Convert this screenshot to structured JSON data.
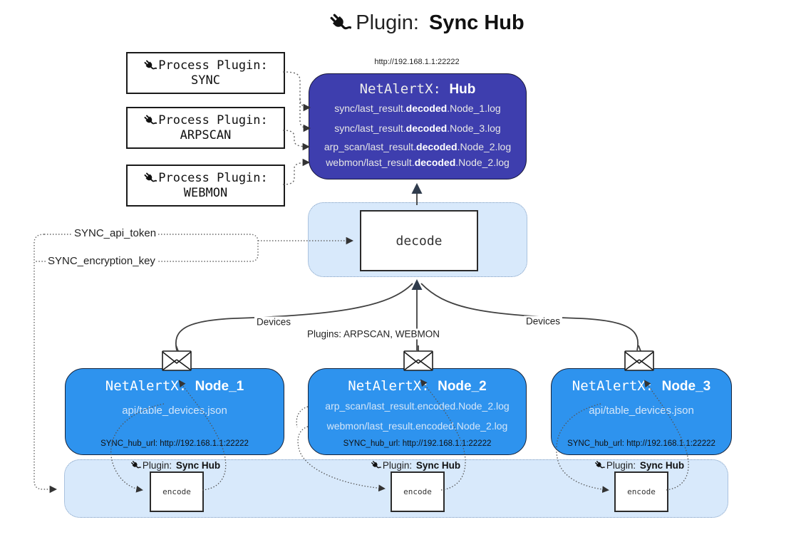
{
  "page": {
    "title_prefix": "Plugin: ",
    "title_bold": "Sync Hub"
  },
  "process_plugins": [
    {
      "label": "Process Plugin:",
      "name": "SYNC"
    },
    {
      "label": "Process Plugin:",
      "name": "ARPSCAN"
    },
    {
      "label": "Process Plugin:",
      "name": "WEBMON"
    }
  ],
  "hub": {
    "url": "http://192.168.1.1:22222",
    "title_prefix": "NetAlertX: ",
    "title_bold": "Hub",
    "lines": [
      {
        "pre": "sync/last_result.",
        "bold": "decoded",
        "post": ".Node_1.log"
      },
      {
        "pre": "sync/last_result.",
        "bold": "decoded",
        "post": ".Node_3.log"
      },
      {
        "pre": "arp_scan/last_result.",
        "bold": "decoded",
        "post": ".Node_2.log"
      },
      {
        "pre": "webmon/last_result.",
        "bold": "decoded",
        "post": ".Node_2.log"
      }
    ]
  },
  "decode_label": "decode",
  "tokens": {
    "api_token": "SYNC_api_token",
    "encryption_key": "SYNC_encryption_key"
  },
  "edge_labels": {
    "devices_left": "Devices",
    "plugins_center": "Plugins: ARPSCAN, WEBMON",
    "devices_right": "Devices"
  },
  "nodes": [
    {
      "title_prefix": "NetAlertX: ",
      "title_bold": "Node_1",
      "files": [
        "api/table_devices.json"
      ],
      "hub_url": "SYNC_hub_url: http://192.168.1.1:22222"
    },
    {
      "title_prefix": "NetAlertX: ",
      "title_bold": "Node_2",
      "files": [
        "arp_scan/last_result.encoded.Node_2.log",
        "webmon/last_result.encoded.Node_2.log"
      ],
      "hub_url": "SYNC_hub_url: http://192.168.1.1:22222"
    },
    {
      "title_prefix": "NetAlertX: ",
      "title_bold": "Node_3",
      "files": [
        "api/table_devices.json"
      ],
      "hub_url": "SYNC_hub_url: http://192.168.1.1:22222"
    }
  ],
  "encoders": {
    "label_prefix": "Plugin: ",
    "label_bold": "Sync Hub",
    "box_label": "encode"
  },
  "colors": {
    "hub_fill": "#3E3EAE",
    "node_fill": "#2E93EE",
    "panel_fill": "#D8E9FB",
    "panel_border": "#7E9CC0",
    "line": "#333333"
  }
}
